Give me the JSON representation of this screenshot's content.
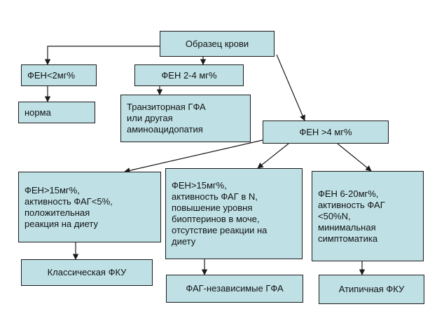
{
  "nodes": {
    "blood_sample": "Образец крови",
    "phe_lt2": "ФЕН<2мг%",
    "phe_2_4": "ФЕН 2-4 мг%",
    "norma": "норма",
    "transient": "Транзиторная ГФА\nили другая\nаминоацидопатия",
    "phe_gt4": "ФЕН >4 мг%",
    "left_criteria": "ФЕН>15мг%,\nактивность ФАГ<5%,\nположительная\nреакция на диету",
    "middle_criteria": "ФЕН>15мг%,\nактивность ФАГ в N,\nповышение уровня\nбиоптеринов в моче,\nотсутствие реакции на\nдиету",
    "right_criteria": "ФЕН 6-20мг%,\nактивность ФАГ\n<50%N,\nминимальная\nсимптоматика",
    "classic_pku": "Классическая ФКУ",
    "pah_independent": "ФАГ-независимые ГФА",
    "atypical_pku": "Атипичная ФКУ"
  },
  "colors": {
    "box_fill": "#bfe1e6",
    "border": "#1a1a1a",
    "arrow": "#1a1a1a"
  }
}
